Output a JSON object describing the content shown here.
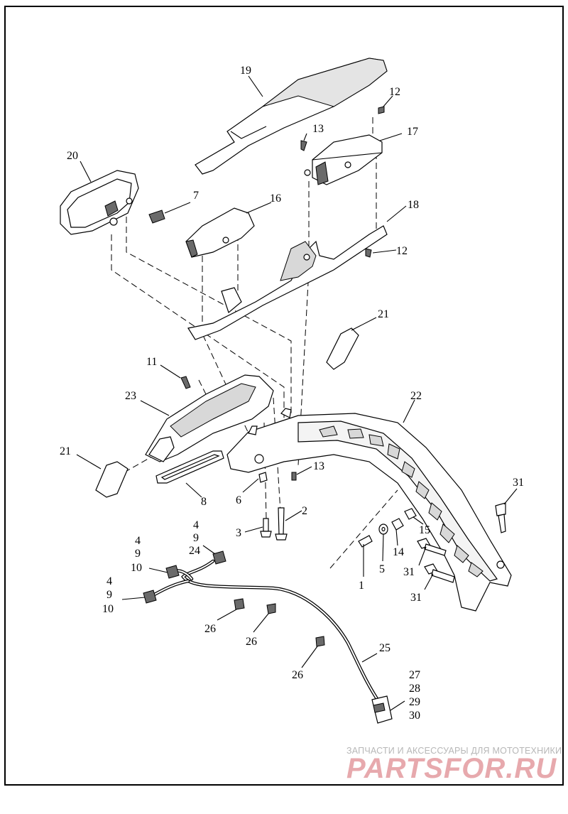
{
  "diagram": {
    "callouts": [
      {
        "text": "19"
      },
      {
        "text": "12"
      },
      {
        "text": "13"
      },
      {
        "text": "17"
      },
      {
        "text": "20"
      },
      {
        "text": "7"
      },
      {
        "text": "16"
      },
      {
        "text": "18"
      },
      {
        "text": "12"
      },
      {
        "text": "21"
      },
      {
        "text": "11"
      },
      {
        "text": "22"
      },
      {
        "text": "23"
      },
      {
        "text": "21"
      },
      {
        "text": "13"
      },
      {
        "text": "6"
      },
      {
        "text": "8"
      },
      {
        "text": "2"
      },
      {
        "text": "3"
      },
      {
        "text": "31"
      },
      {
        "text": "4"
      },
      {
        "text": "9"
      },
      {
        "text": "24"
      },
      {
        "text": "4"
      },
      {
        "text": "9"
      },
      {
        "text": "10"
      },
      {
        "text": "15"
      },
      {
        "text": "14"
      },
      {
        "text": "5"
      },
      {
        "text": "31"
      },
      {
        "text": "4"
      },
      {
        "text": "9"
      },
      {
        "text": "10"
      },
      {
        "text": "1"
      },
      {
        "text": "31"
      },
      {
        "text": "26"
      },
      {
        "text": "26"
      },
      {
        "text": "25"
      },
      {
        "text": "26"
      },
      {
        "text": "27"
      },
      {
        "text": "28"
      },
      {
        "text": "29"
      },
      {
        "text": "30"
      }
    ]
  },
  "watermark": {
    "tagline": "ЗАПЧАСТИ И АКСЕССУАРЫ ДЛЯ МОТОТЕХНИКИ",
    "logo": "PARTSFOR.RU"
  }
}
